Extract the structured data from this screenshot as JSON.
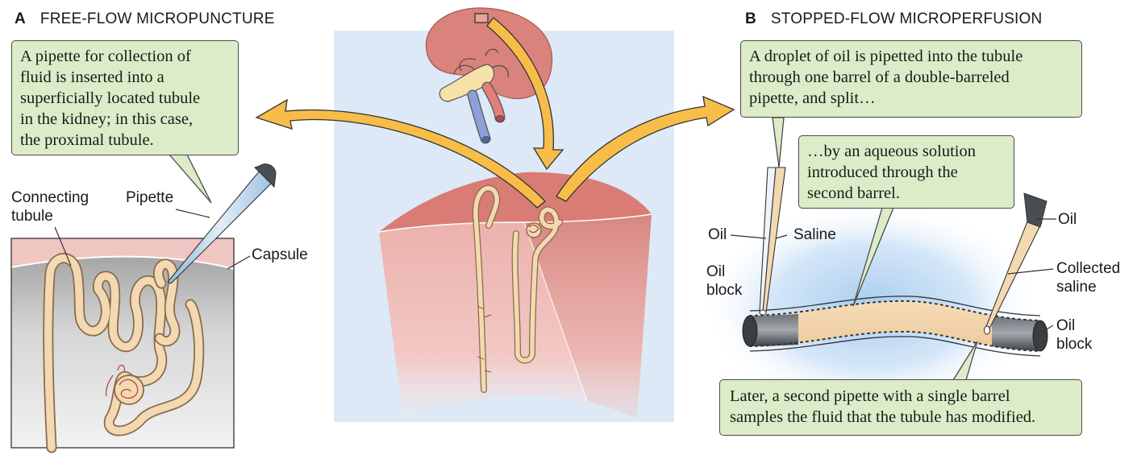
{
  "panel_a": {
    "letter": "A",
    "title": "FREE-FLOW MICROPUNCTURE",
    "callout_lines": [
      "A pipette for collection of",
      "fluid is inserted into a",
      "superficially located tubule",
      "in the kidney; in this case,",
      "the proximal tubule."
    ],
    "labels": {
      "connecting_tubule": [
        "Connecting",
        "tubule"
      ],
      "pipette": "Pipette",
      "capsule": "Capsule"
    }
  },
  "panel_b": {
    "letter": "B",
    "title": "STOPPED-FLOW MICROPERFUSION",
    "callout_top_lines": [
      "A droplet of oil is pipetted into the tubule",
      "through one barrel of a double-barreled",
      "pipette, and split…"
    ],
    "callout_mid_lines": [
      "…by an aqueous solution",
      "introduced through the",
      "second barrel."
    ],
    "callout_bottom_lines": [
      "Later, a second pipette with a single barrel",
      "samples the fluid that the tubule has modified."
    ],
    "labels": {
      "oil_left": "Oil",
      "saline": "Saline",
      "oil_block_left": [
        "Oil",
        "block"
      ],
      "oil_right": "Oil",
      "collected_saline": [
        "Collected",
        "saline"
      ],
      "oil_block_right": [
        "Oil",
        "block"
      ]
    }
  },
  "colors": {
    "callout_fill": "#dcecc8",
    "arrow_fill": "#f7bd48",
    "kidney": "#d9837c",
    "tubule": "#f3d9b1",
    "center_panel": "#dde9f6",
    "oil": "#555a60"
  }
}
